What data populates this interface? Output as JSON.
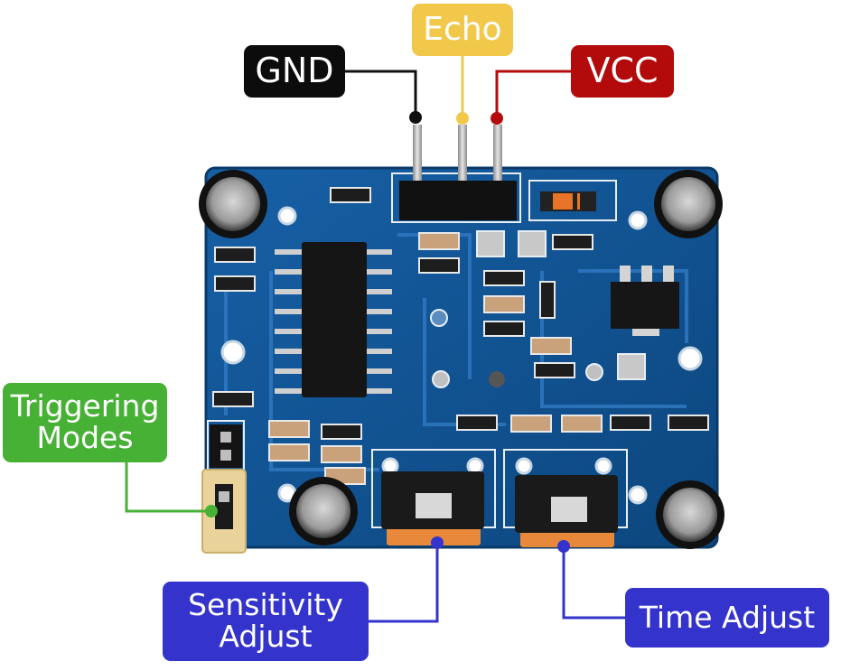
{
  "labels": {
    "gnd": "GND",
    "echo": "Echo",
    "vcc": "VCC",
    "triggering_line1": "Triggering",
    "triggering_line2": "Modes",
    "sensitivity_line1": "Sensitivity",
    "sensitivity_line2": "Adjust",
    "time": "Time Adjust"
  },
  "colors": {
    "gnd": "#0c0c0c",
    "echo": "#f2c84b",
    "vcc": "#b30b0b",
    "triggering": "#47b135",
    "adjust": "#3434cc",
    "pcb": "#0f4f8c",
    "potentiometer": "#e8883a"
  }
}
